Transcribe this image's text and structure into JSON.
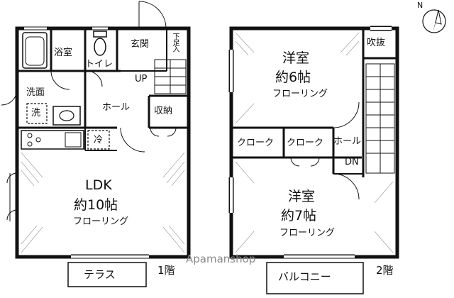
{
  "floor1": {
    "label": "1階",
    "rooms": {
      "bath": "浴室",
      "toilet": "トイレ",
      "entrance": "玄関",
      "shoe_box": "下足入",
      "washroom": "洗面",
      "washer": "洗",
      "fridge": "冷",
      "hall": "ホール",
      "storage": "収納",
      "stairs_up": "UP",
      "ldk_name": "LDK",
      "ldk_size": "約10帖",
      "ldk_floor": "フローリング"
    },
    "terrace": "テラス"
  },
  "floor2": {
    "label": "2階",
    "rooms": {
      "western1_name": "洋室",
      "western1_size": "約6帖",
      "western1_floor": "フローリング",
      "atrium": "吹抜",
      "closet1": "クローク",
      "closet2": "クローク",
      "hall": "ホール",
      "stairs_down": "DN",
      "western2_name": "洋室",
      "western2_size": "約7帖",
      "western2_floor": "フローリング"
    },
    "balcony": "バルコニー"
  },
  "watermark": "Apamanshop",
  "north_mark": "N"
}
